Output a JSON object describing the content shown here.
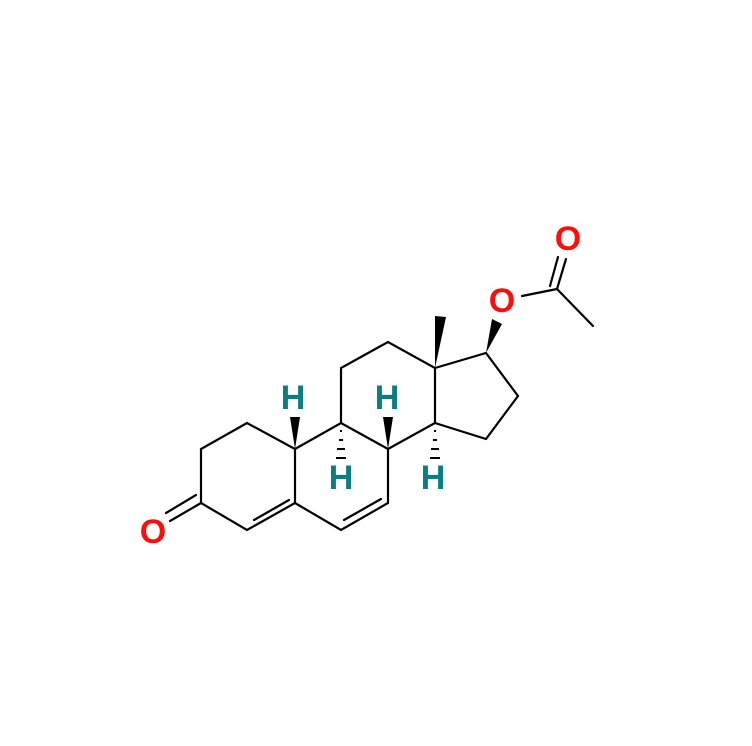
{
  "molecule": {
    "atoms": {
      "ketone_oxygen": "O",
      "ester_oxygen": "O",
      "carbonyl_oxygen": "O",
      "h_c10": "H",
      "h_c9": "H",
      "h_c8": "H",
      "h_c14": "H"
    },
    "colors": {
      "oxygen": "#ff0d0d",
      "hydrogen": "#0b7e80",
      "bond": "#000000"
    }
  }
}
